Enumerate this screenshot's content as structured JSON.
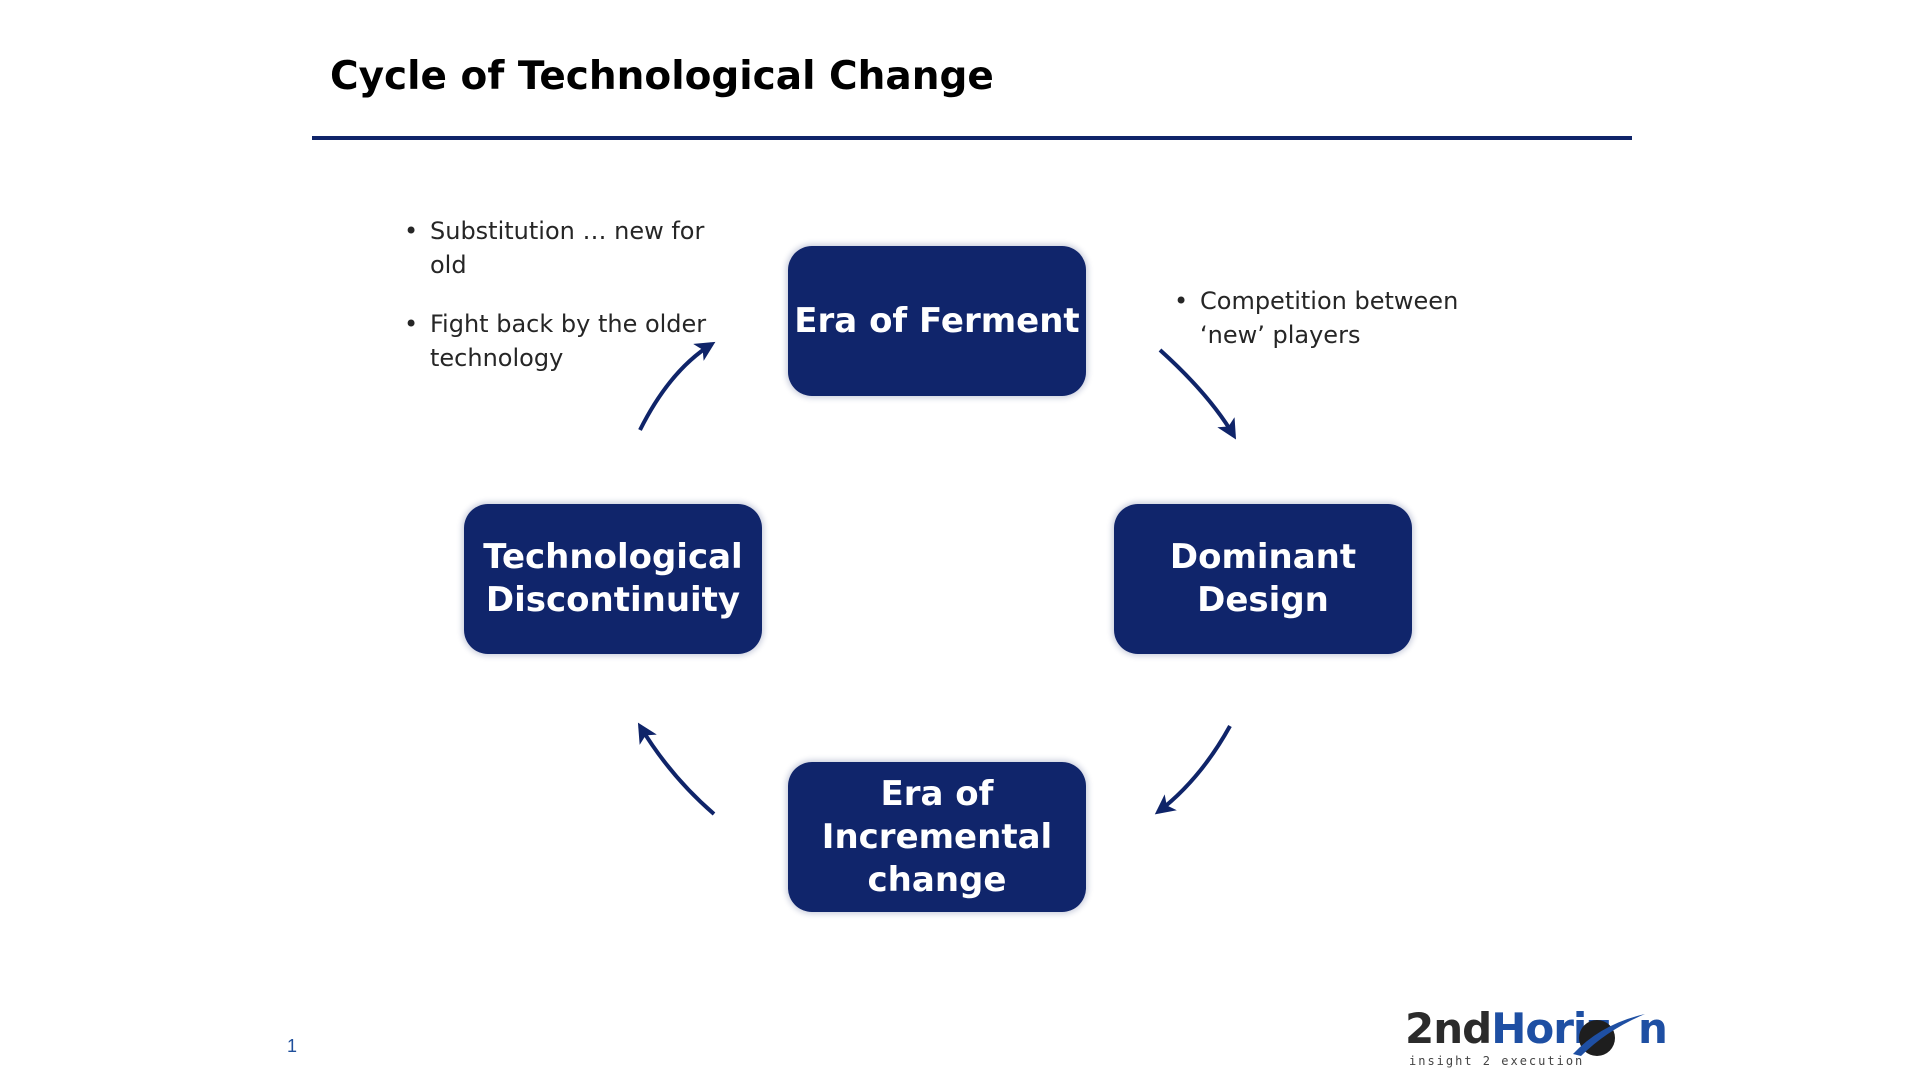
{
  "slide": {
    "title": "Cycle of Technological Change",
    "page_number": "1"
  },
  "stages": {
    "era_of_ferment": "Era of Ferment",
    "dominant_design": "Dominant\nDesign",
    "incremental_change": "Era of\nIncremental\nchange",
    "technological_discontinuity": "Technological\nDiscontinuity"
  },
  "notes": {
    "top_left": [
      "Substitution … new for old",
      "Fight back by the older technology"
    ],
    "top_right": [
      "Competition between ‘new’ players"
    ],
    "bullet_symbol": "•"
  },
  "logo": {
    "brand_part1": "2nd",
    "brand_part2": "Horiz",
    "brand_part3": "n",
    "tagline": "insight 2 execution"
  },
  "colors": {
    "box_fill": "#10256b",
    "arrow": "#0f2469",
    "rule": "#0f2469"
  }
}
